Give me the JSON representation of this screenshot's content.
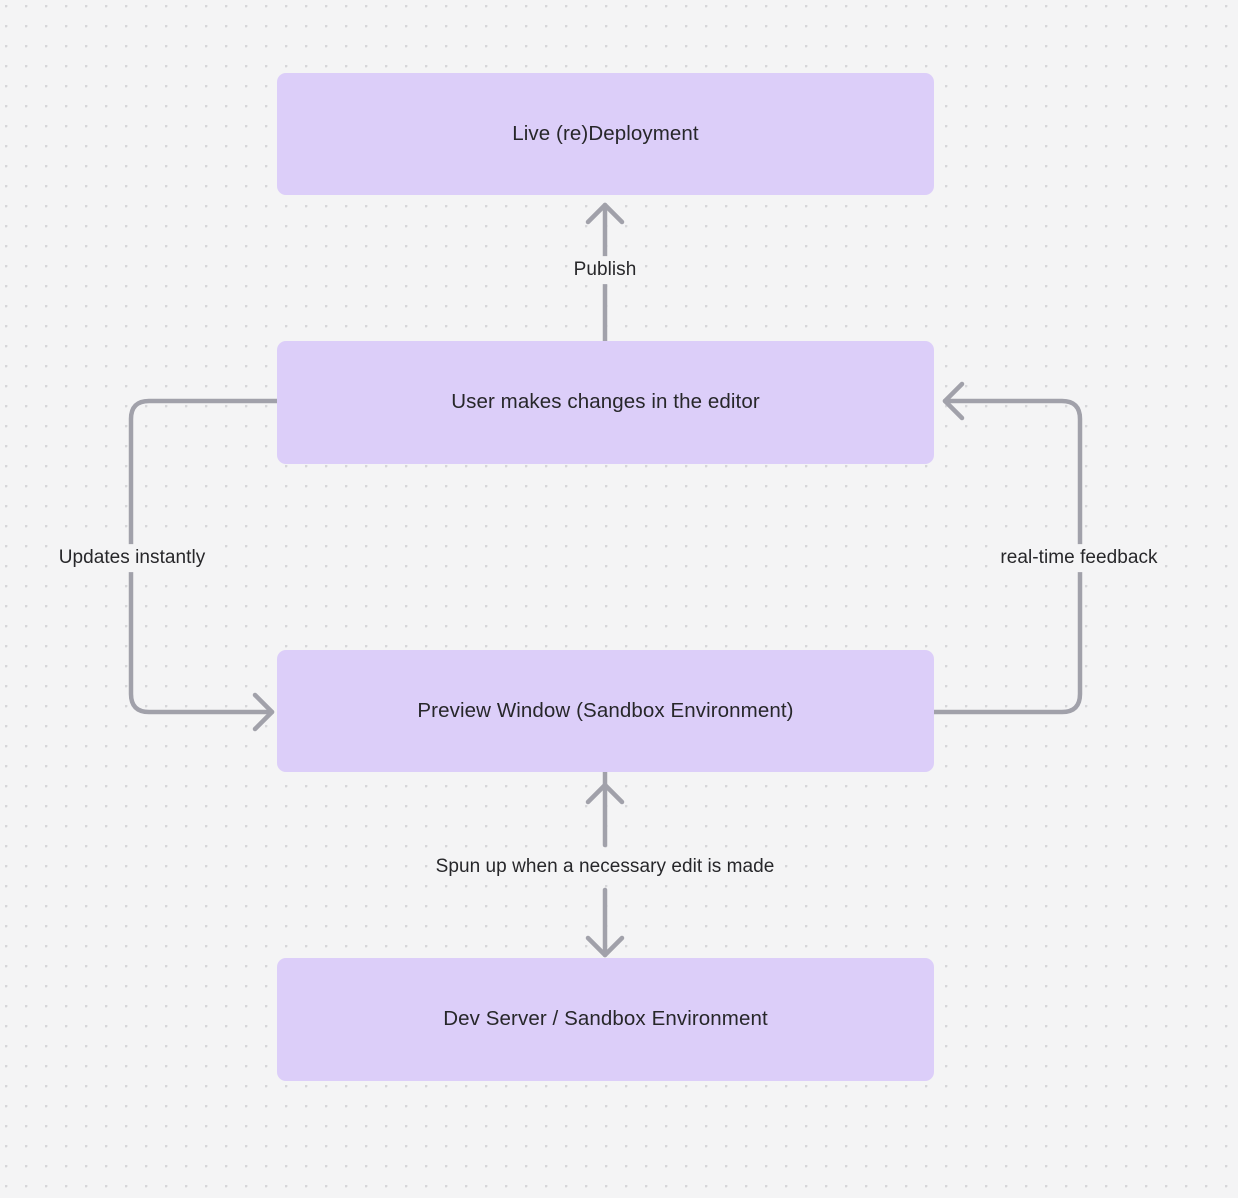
{
  "diagram": {
    "type": "flowchart",
    "background_color": "#f4f4f5",
    "grid": "dot-grid",
    "node_fill": "#dccef9",
    "edge_color": "#a1a1aa",
    "text_color": "#27272a",
    "nodes": [
      {
        "id": "live",
        "label": "Live (re)Deployment"
      },
      {
        "id": "editor",
        "label": "User makes changes in the editor"
      },
      {
        "id": "preview",
        "label": "Preview Window (Sandbox Environment)"
      },
      {
        "id": "devserver",
        "label": "Dev Server / Sandbox Environment"
      }
    ],
    "edges": [
      {
        "id": "publish",
        "from": "editor",
        "to": "live",
        "label": "Publish",
        "direction": "up"
      },
      {
        "id": "updates",
        "from": "editor",
        "to": "preview",
        "label": "Updates instantly",
        "direction": "left-loop"
      },
      {
        "id": "realtime",
        "from": "preview",
        "to": "editor",
        "label": "real-time feedback",
        "direction": "right-loop"
      },
      {
        "id": "spun",
        "from": "preview",
        "to": "devserver",
        "label": "Spun up when a necessary edit is made",
        "direction": "bidirectional"
      }
    ]
  }
}
